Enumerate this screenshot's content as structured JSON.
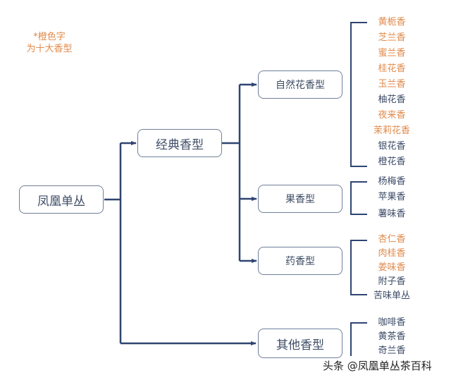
{
  "colors": {
    "highlight": "#e08a4b",
    "normal": "#3b4a66",
    "line": "#2f4470",
    "box_border": "#6f7f99"
  },
  "note": {
    "line1": "*橙色字",
    "line2": "为十大香型"
  },
  "root": {
    "label": "凤凰单丛"
  },
  "branches": {
    "classic": {
      "label": "经典香型"
    },
    "other": {
      "label": "其他香型"
    }
  },
  "groups": [
    {
      "label": "自然花香型",
      "items": [
        {
          "text": "黄栀香",
          "highlight": true
        },
        {
          "text": "芝兰香",
          "highlight": true
        },
        {
          "text": "蜜兰香",
          "highlight": true
        },
        {
          "text": "桂花香",
          "highlight": true
        },
        {
          "text": "玉兰香",
          "highlight": true
        },
        {
          "text": "柚花香",
          "highlight": false
        },
        {
          "text": "夜来香",
          "highlight": true
        },
        {
          "text": "茉莉花香",
          "highlight": true
        },
        {
          "text": "银花香",
          "highlight": false
        },
        {
          "text": "橙花香",
          "highlight": false
        }
      ]
    },
    {
      "label": "果香型",
      "items": [
        {
          "text": "杨梅香",
          "highlight": false
        },
        {
          "text": "苹果香",
          "highlight": false
        },
        {
          "text": "薯味香",
          "highlight": false
        }
      ]
    },
    {
      "label": "药香型",
      "items": [
        {
          "text": "杏仁香",
          "highlight": true
        },
        {
          "text": "肉桂香",
          "highlight": true
        },
        {
          "text": "姜味香",
          "highlight": true
        },
        {
          "text": "附子香",
          "highlight": false
        },
        {
          "text": "苦味单丛",
          "highlight": false
        }
      ]
    },
    {
      "label": "其他香型",
      "items": [
        {
          "text": "咖啡香",
          "highlight": false
        },
        {
          "text": "黄茶香",
          "highlight": false
        },
        {
          "text": "奇兰香",
          "highlight": false
        }
      ]
    }
  ],
  "watermark": "头条 @凤凰单丛茶百科"
}
